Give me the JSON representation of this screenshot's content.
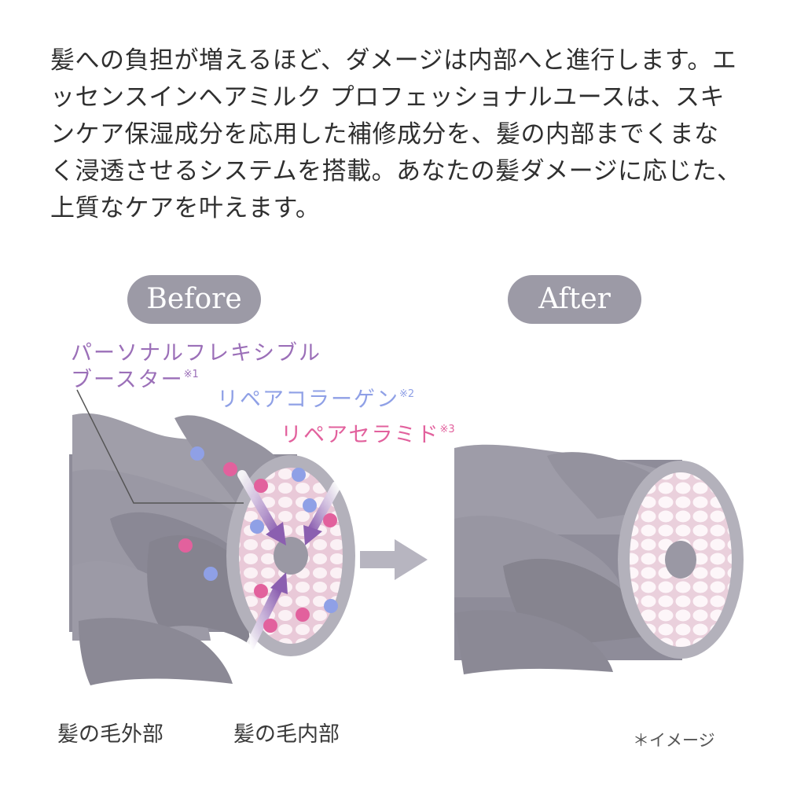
{
  "intro_text": "髪への負担が増えるほど、ダメージは内部へと進行します。エッセンスインヘアミルク プロフェッショナルユースは、スキンケア保湿成分を応用した補修成分を、髪の内部までくまなく浸透させるシステムを搭載。あなたの髪ダメージに応じた、上質なケアを叶えます。",
  "before_label": "Before",
  "after_label": "After",
  "ingredient_1_line1": "パーソナルフレキシブル",
  "ingredient_1_line2": "ブースター",
  "ingredient_1_mark": "※1",
  "ingredient_2": "リペアコラーゲン",
  "ingredient_2_mark": "※2",
  "ingredient_3": "リペアセラミド",
  "ingredient_3_mark": "※3",
  "outer_label": "髪の毛外部",
  "inner_label": "髪の毛内部",
  "note": "＊イメージ",
  "colors": {
    "hair": "#8e8c99",
    "hair_light": "#a9a7b3",
    "booster": "#9b6fb8",
    "collagen": "#8fa0e6",
    "ceramide": "#e2619d",
    "pill": "#9c9aa6"
  }
}
